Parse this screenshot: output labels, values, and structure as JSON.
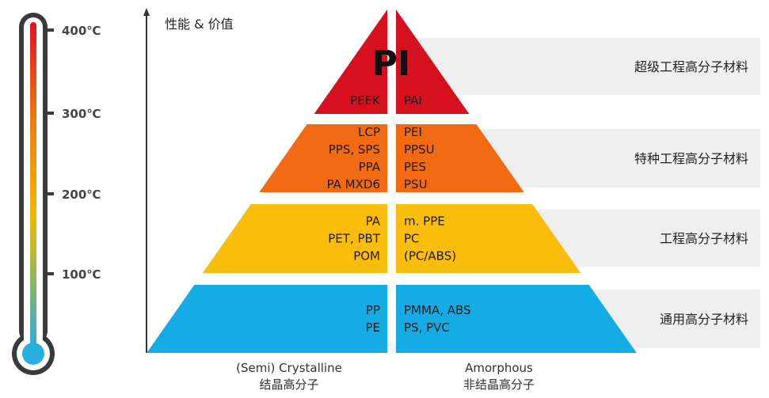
{
  "axis_label": "性能 & 价值",
  "thermometer": {
    "ticks": [
      "400℃",
      "300℃",
      "200℃",
      "100℃"
    ],
    "gradient": [
      "#e3101e",
      "#f07a10",
      "#f5b800",
      "#8bb860",
      "#29aee0"
    ]
  },
  "tiers": [
    {
      "category": "超级工程高分子材料",
      "color": "#d7101f",
      "top_label": "PI",
      "left": [
        "PEEK"
      ],
      "right": [
        "PAI"
      ]
    },
    {
      "category": "特种工程高分子材料",
      "color": "#f26a12",
      "left": [
        "LCP",
        "PPS, SPS",
        "PPA",
        "PA MXD6"
      ],
      "right": [
        "PEI",
        "PPSU",
        "PES",
        "PSU"
      ]
    },
    {
      "category": "工程高分子材料",
      "color": "#fbbd0c",
      "left": [
        "PA",
        "PET, PBT",
        "POM"
      ],
      "right": [
        "m. PPE",
        "PC",
        "(PC/ABS)"
      ]
    },
    {
      "category": "通用高分子材料",
      "color": "#14ace4",
      "left": [
        "PP",
        "PE"
      ],
      "right": [
        "PMMA, ABS",
        "PS, PVC"
      ]
    }
  ],
  "bottom": {
    "left": {
      "en": "(Semi) Crystalline",
      "zh": "结晶高分子"
    },
    "right": {
      "en": "Amorphous",
      "zh": "非结晶高分子"
    }
  }
}
